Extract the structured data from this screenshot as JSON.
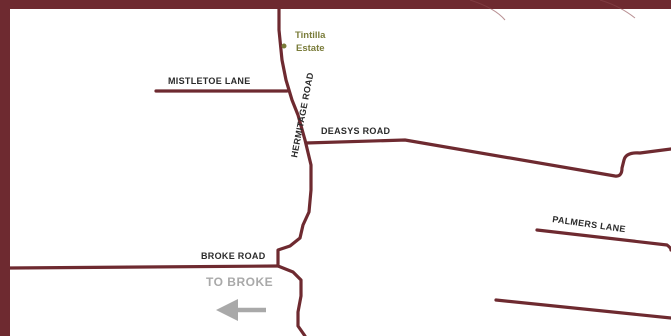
{
  "colors": {
    "frame": "#6e2a30",
    "road": "#6e2a30",
    "land": "#ffffff",
    "estate": "#7a7c3a",
    "road_label": "#2b2b2b",
    "direction": "#a9a9a9"
  },
  "roads": {
    "hermitage": "HERMITAGE ROAD",
    "mistletoe": "MISTLETOE LANE",
    "deasys": "DEASYS ROAD",
    "palmers": "PALMERS LANE",
    "broke": "BROKE ROAD"
  },
  "places": {
    "estate_line1": "Tintilla",
    "estate_line2": "Estate"
  },
  "direction": {
    "to_broke": "TO BROKE",
    "arrow_icon": "arrow-left-icon"
  }
}
